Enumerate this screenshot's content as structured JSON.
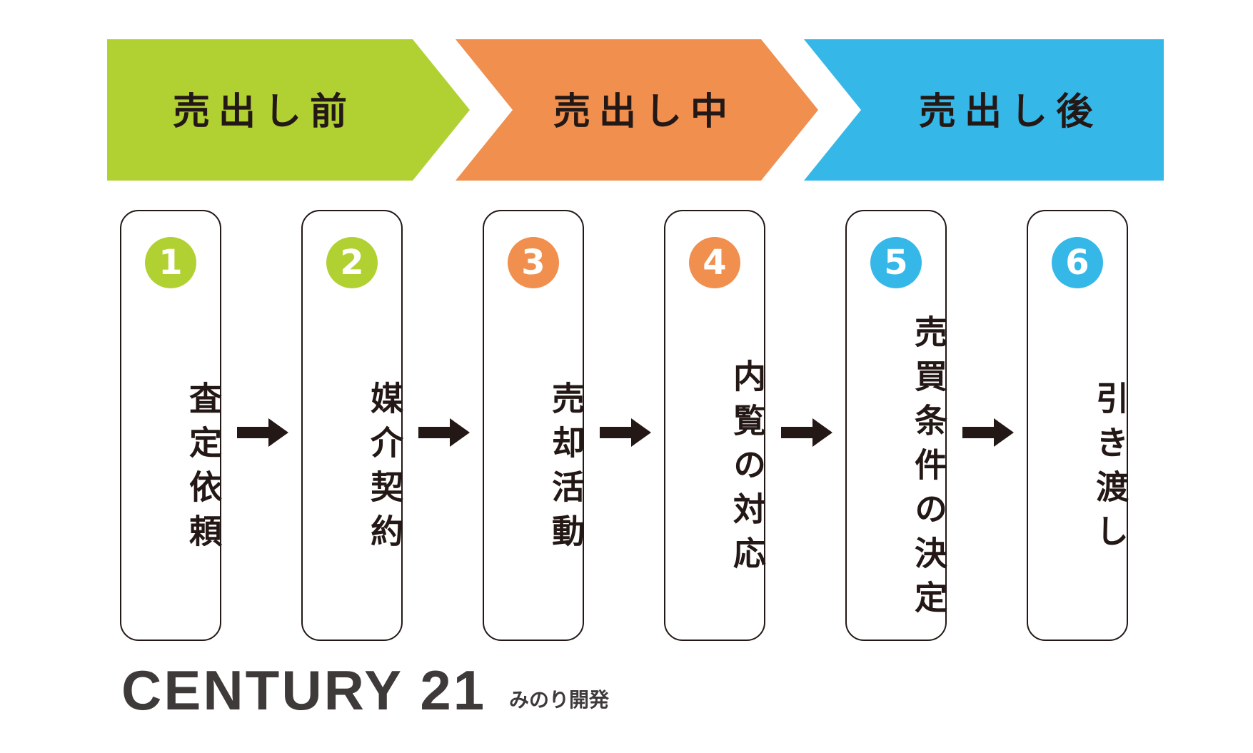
{
  "phases": [
    {
      "label": "売出し前",
      "color": "#b1d133"
    },
    {
      "label": "売出し中",
      "color": "#f08f4e"
    },
    {
      "label": "売出し後",
      "color": "#35b8e8"
    }
  ],
  "steps": [
    {
      "number": "1",
      "label": "査定依頼",
      "color": "#b1d133"
    },
    {
      "number": "2",
      "label": "媒介契約",
      "color": "#b1d133"
    },
    {
      "number": "3",
      "label": "売却活動",
      "color": "#f08f4e"
    },
    {
      "number": "4",
      "label": "内覧の対応",
      "color": "#f08f4e"
    },
    {
      "number": "5",
      "label": "売買条件の決定",
      "color": "#35b8e8"
    },
    {
      "number": "6",
      "label": "引き渡し",
      "color": "#35b8e8"
    }
  ],
  "arrow_color": "#231815",
  "brand": {
    "name": "CENTURY 21",
    "company": "みのり開発"
  }
}
